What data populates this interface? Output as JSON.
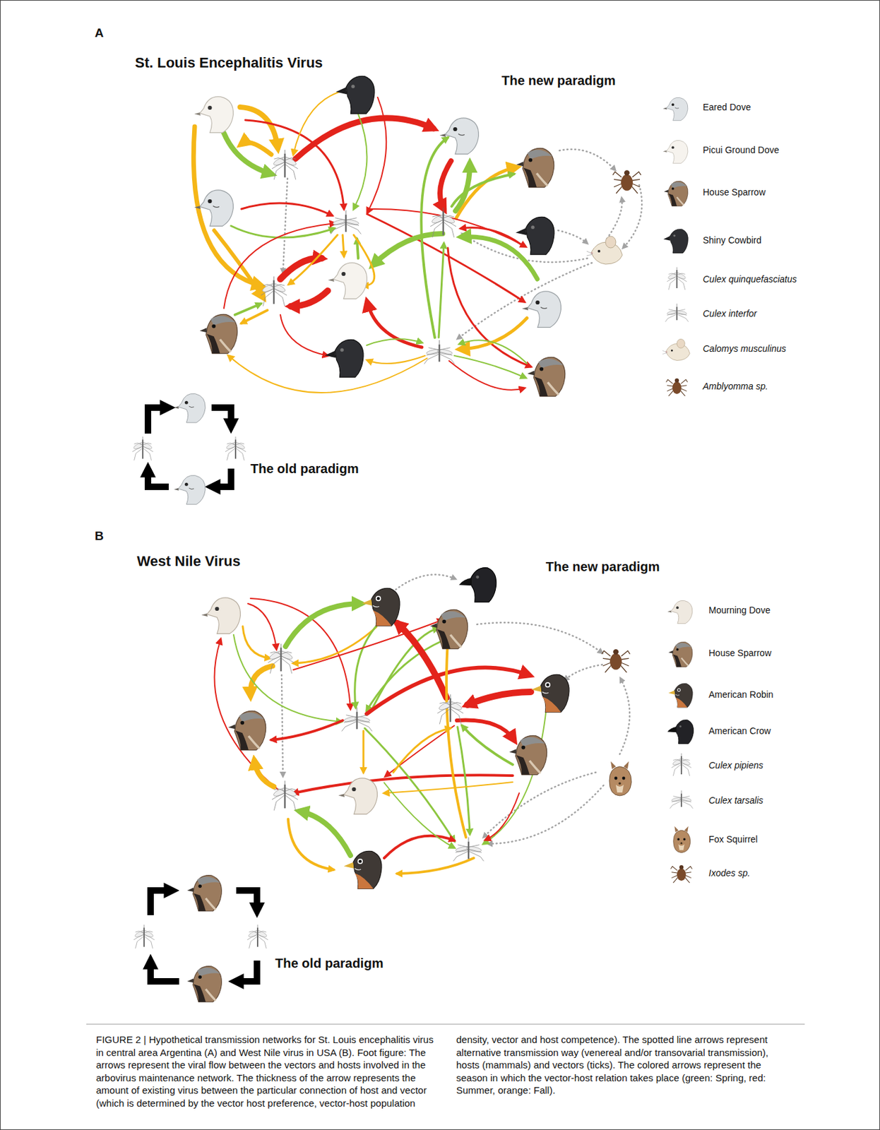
{
  "diagram": {
    "caption": "FIGURE 2 | Hypothetical transmission networks for St. Louis encephalitis virus in central area Argentina (A) and West Nile virus in USA (B). Foot figure: The arrows represent the viral flow between the vectors and hosts involved in the arbovirus maintenance network. The thickness of the arrow represents the amount of existing virus between the particular connection of host and vector (which is determined by the vector host preference, vector-host population density, vector and host competence). The spotted line arrows represent alternative transmission way (venereal and/or transovarial transmission), hosts (mammals) and vectors (ticks). The colored arrows represent the season in which the vector-host relation takes place (green: Spring, red: Summer, orange: Fall).",
    "labels": [
      "A",
      "St. Louis Encephalitis Virus",
      "The new paradigm",
      "The old paradigm",
      "B",
      "West Nile Virus",
      "The new paradigm",
      "The old paradigm"
    ],
    "legend": [
      {
        "text": "Eared Dove"
      },
      {
        "text": "Picui Ground Dove"
      },
      {
        "text": "House Sparrow"
      },
      {
        "text": "Shiny Cowbird"
      },
      {
        "text": "Culex quinquefasciatus"
      },
      {
        "text": "Culex interfor"
      },
      {
        "text": "Calomys musculinus"
      },
      {
        "text": "Amblyomma sp."
      },
      {
        "text": "Mourning Dove"
      },
      {
        "text": "House Sparrow"
      },
      {
        "text": "American Robin"
      },
      {
        "text": "American Crow"
      },
      {
        "text": "Culex pipiens"
      },
      {
        "text": "Culex tarsalis"
      },
      {
        "text": "Fox Squirrel"
      },
      {
        "text": "Ixodes sp."
      }
    ]
  }
}
